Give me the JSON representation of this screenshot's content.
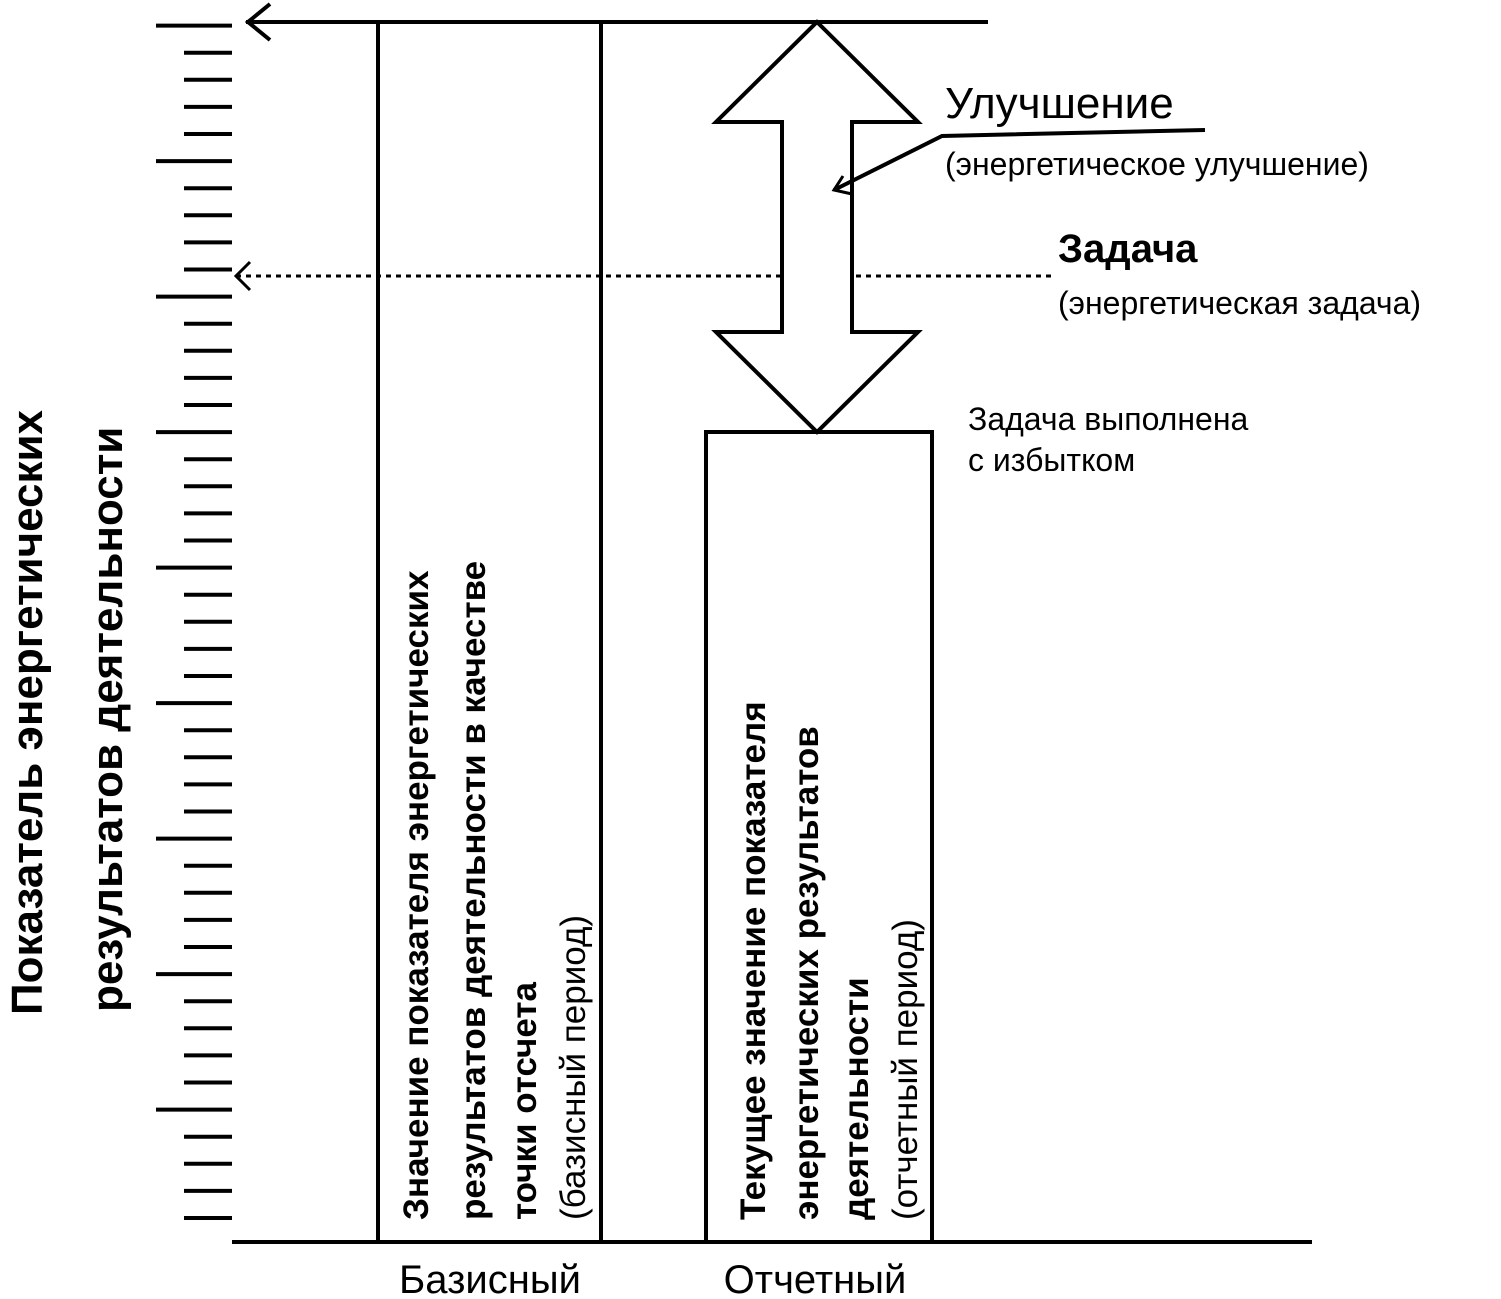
{
  "axis": {
    "title_line1": "Показатель энергетических",
    "title_line2": "результатов деятельности"
  },
  "base_bar": {
    "label_line1": "Значение показателя энергетических",
    "label_line2": "результатов деятельности в качестве",
    "label_line3": "точки отсчета",
    "label_line4": "(базисный период)",
    "x_label": "Базисный"
  },
  "report_bar": {
    "label_line1": "Текущее значение показателя",
    "label_line2": "энергетических результатов",
    "label_line3": "деятельности",
    "label_line4": "(отчетный период)",
    "x_label": "Отчетный"
  },
  "improvement": {
    "title": "Улучшение",
    "subtitle": "(энергетическое улучшение)"
  },
  "target": {
    "title": "Задача",
    "subtitle": "(энергетическая задача)"
  },
  "note": {
    "line1": "Задача выполнена",
    "line2": "с избытком"
  },
  "colors": {
    "ink": "#000000",
    "background": "#ffffff"
  }
}
